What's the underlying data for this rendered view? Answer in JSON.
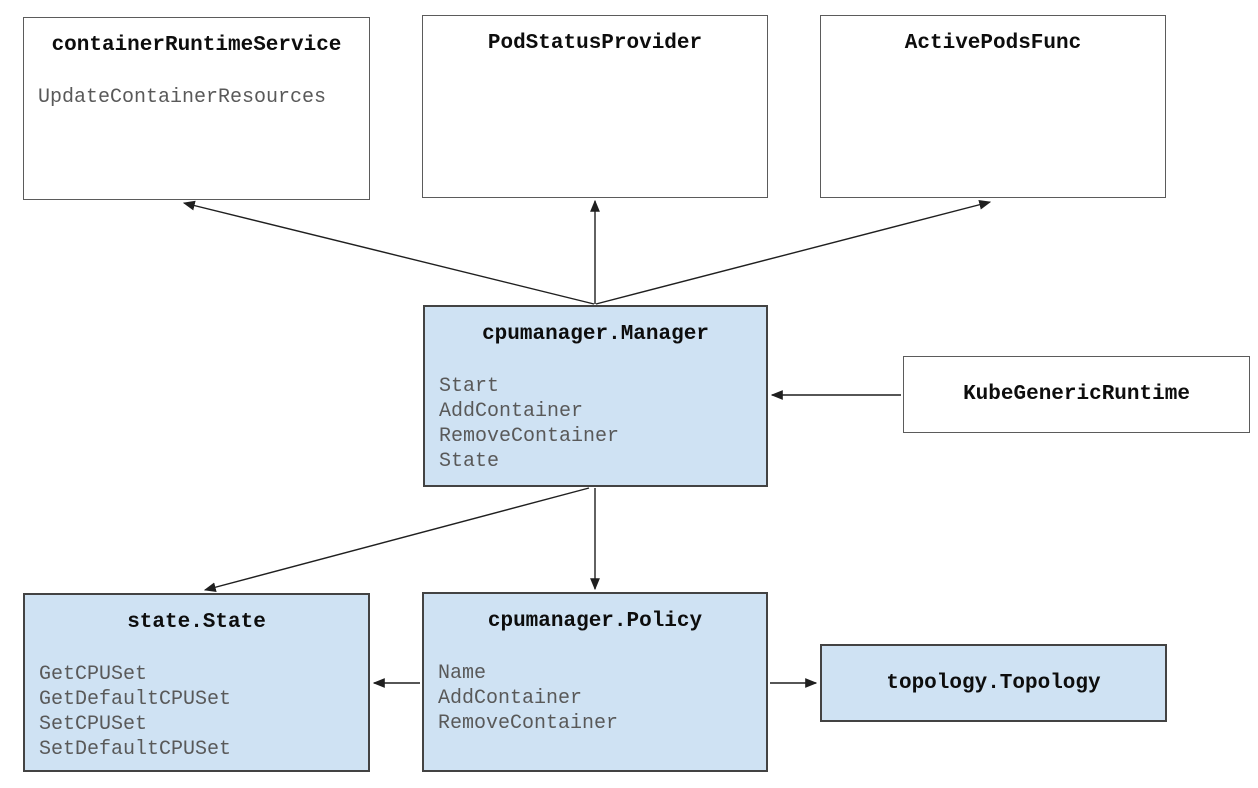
{
  "diagram": {
    "colors": {
      "highlight_fill": "#cfe2f3",
      "plain_fill": "#ffffff",
      "highlight_border": "#434343",
      "plain_border": "#5b5b5b",
      "title_text": "#0d0d0d",
      "method_text": "#595959",
      "arrow": "#1f1f1f"
    },
    "nodes": {
      "container_runtime_service": {
        "title": "containerRuntimeService",
        "methods": [
          "UpdateContainerResources"
        ],
        "highlighted": false
      },
      "pod_status_provider": {
        "title": "PodStatusProvider",
        "methods": [],
        "highlighted": false
      },
      "active_pods_func": {
        "title": "ActivePodsFunc",
        "methods": [],
        "highlighted": false
      },
      "cpumanager_manager": {
        "title": "cpumanager.Manager",
        "methods": [
          "Start",
          "AddContainer",
          "RemoveContainer",
          "State"
        ],
        "highlighted": true
      },
      "kube_generic_runtime": {
        "title": "KubeGenericRuntime",
        "methods": [],
        "highlighted": false
      },
      "state_state": {
        "title": "state.State",
        "methods": [
          "GetCPUSet",
          "GetDefaultCPUSet",
          "SetCPUSet",
          "SetDefaultCPUSet"
        ],
        "highlighted": true
      },
      "cpumanager_policy": {
        "title": "cpumanager.Policy",
        "methods": [
          "Name",
          "AddContainer",
          "RemoveContainer"
        ],
        "highlighted": true
      },
      "topology_topology": {
        "title": "topology.Topology",
        "methods": [],
        "highlighted": true
      }
    },
    "edges": [
      {
        "from": "cpumanager.Manager",
        "to": "containerRuntimeService"
      },
      {
        "from": "cpumanager.Manager",
        "to": "PodStatusProvider"
      },
      {
        "from": "cpumanager.Manager",
        "to": "ActivePodsFunc"
      },
      {
        "from": "KubeGenericRuntime",
        "to": "cpumanager.Manager"
      },
      {
        "from": "cpumanager.Manager",
        "to": "state.State"
      },
      {
        "from": "cpumanager.Manager",
        "to": "cpumanager.Policy"
      },
      {
        "from": "cpumanager.Policy",
        "to": "state.State"
      },
      {
        "from": "cpumanager.Policy",
        "to": "topology.Topology"
      }
    ]
  }
}
